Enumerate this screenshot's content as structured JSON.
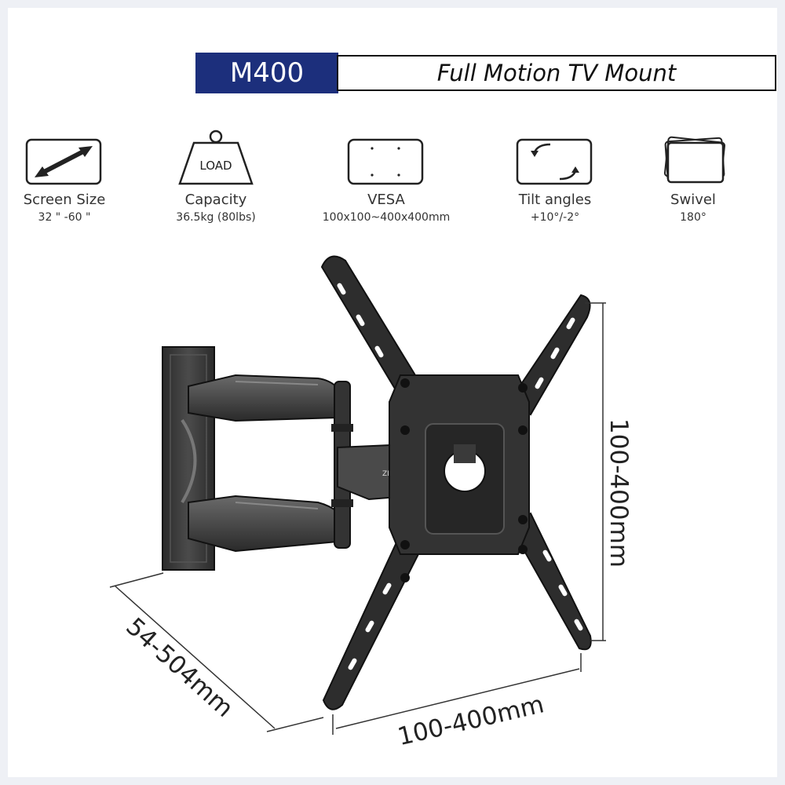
{
  "header": {
    "model": "M400",
    "title": "Full Motion TV Mount"
  },
  "features": [
    {
      "icon": "diagonal-arrow-icon",
      "label": "Screen Size",
      "value": "32 \" -60 \""
    },
    {
      "icon": "load-weight-icon",
      "label": "Capacity",
      "value": "36.5kg (80lbs)",
      "icon_text": "LOAD"
    },
    {
      "icon": "vesa-holes-icon",
      "label": "VESA",
      "value": "100x100~400x400mm"
    },
    {
      "icon": "tilt-arrows-icon",
      "label": "Tilt angles",
      "value": "+10°/-2°"
    },
    {
      "icon": "swivel-screens-icon",
      "label": "Swivel",
      "value": "180°"
    }
  ],
  "dimensions": {
    "depth": "54-504mm",
    "width": "100-400mm",
    "height": "100-400mm"
  },
  "product": {
    "brand_mark": "ZLMO"
  },
  "colors": {
    "accent": "#1c2f7c",
    "metal": "#3a3a3a"
  }
}
